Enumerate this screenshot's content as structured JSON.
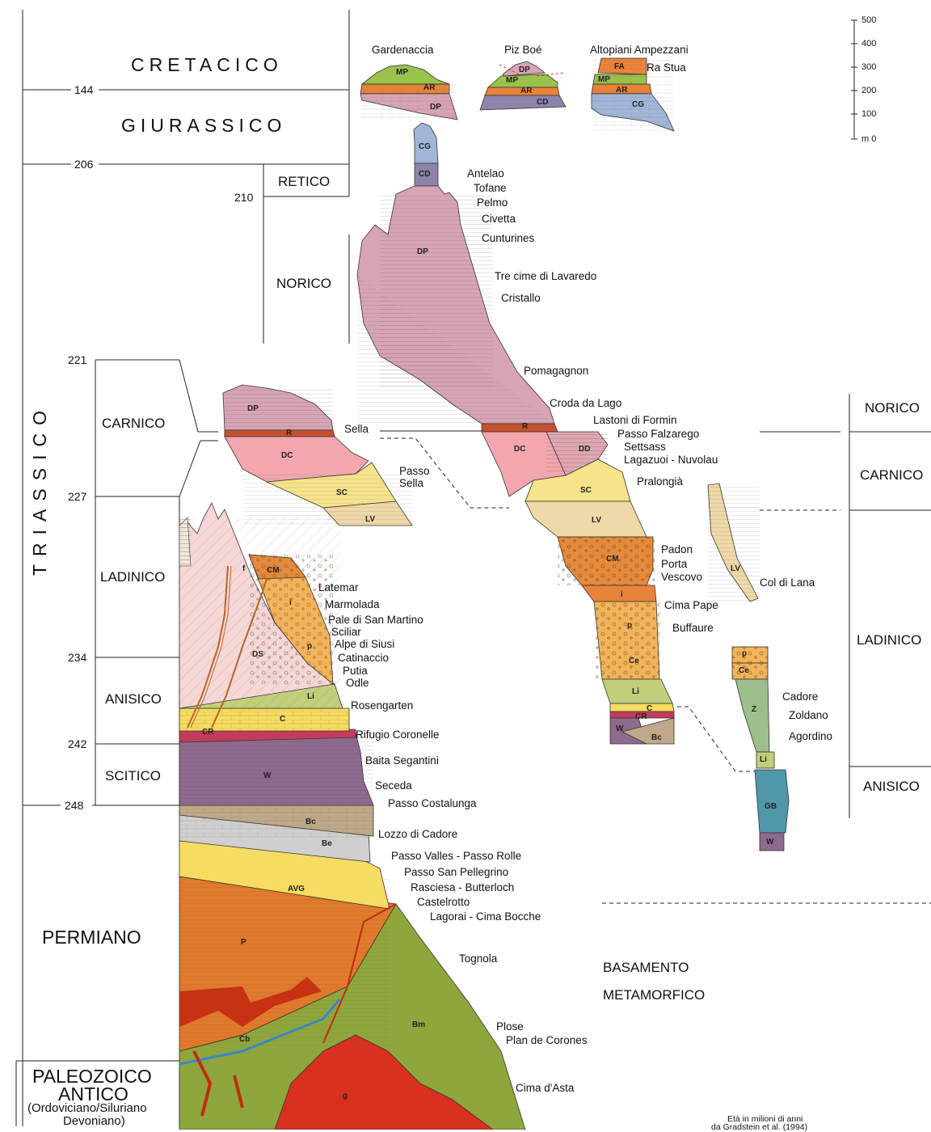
{
  "eras": {
    "cretacico": "CRETACICO",
    "giurassico": "GIURASSICO",
    "triassico": "TRIASSICO",
    "permiano": "PERMIANO",
    "paleozoico_1": "PALEOZOICO",
    "paleozoico_2": "ANTICO",
    "paleozoico_3": "(Ordoviciano/Siluriano",
    "paleozoico_4": "Devoniano)"
  },
  "stages_left": {
    "retico": "RETICO",
    "norico": "NORICO",
    "carnico": "CARNICO",
    "ladinico": "LADINICO",
    "anisico": "ANISICO",
    "scitico": "SCITICO"
  },
  "stages_right": {
    "norico": "NORICO",
    "carnico": "CARNICO",
    "ladinico": "LADINICO",
    "anisico": "ANISICO"
  },
  "ages": [
    "144",
    "206",
    "210",
    "221",
    "227",
    "234",
    "242",
    "248"
  ],
  "scale": {
    "ticks": [
      "500",
      "400",
      "300",
      "200",
      "100",
      "m 0"
    ]
  },
  "top_sections": {
    "gardenaccia": "Gardenaccia",
    "piz_boe": "Piz Boé",
    "altopiani": "Altopiani Ampezzani",
    "ra_stua": "Ra Stua"
  },
  "formations": {
    "MP": "MP",
    "AR": "AR",
    "DP": "DP",
    "CD": "CD",
    "CG": "CG",
    "FA": "FA",
    "R": "R",
    "DC": "DC",
    "DD": "DD",
    "SC": "SC",
    "LV": "LV",
    "CM": "CM",
    "i": "i",
    "p": "p",
    "Ce": "Ce",
    "Li": "Li",
    "C": "C",
    "CR": "CR",
    "W": "W",
    "Bc": "Bc",
    "Be": "Be",
    "AVG": "AVG",
    "P": "P",
    "Cb": "Cb",
    "Bm": "Bm",
    "g": "g",
    "f": "f",
    "DS": "DS",
    "Z": "Z",
    "GB": "GB"
  },
  "places": [
    "Antelao",
    "Tofane",
    "Pelmo",
    "Civetta",
    "Cunturines",
    "Tre cime di Lavaredo",
    "Cristallo",
    "Pomagagnon",
    "Croda da Lago",
    "Lastoni di Formin",
    "Passo Falzarego",
    "Settsass",
    "Lagazuoi - Nuvolau",
    "Pralongià",
    "Sella",
    "Passo",
    "Sella",
    "Padon",
    "Porta",
    "Vescovo",
    "Col di Lana",
    "Cima Pape",
    "Buffaure",
    "Cadore",
    "Zoldano",
    "Agordino",
    "Latemar",
    "Marmolada",
    "Pale di San Martino",
    "Sciliar",
    "Alpe di Siusi",
    "Catinaccio",
    "Putia",
    "Odle",
    "Rosengarten",
    "Rifugio Coronelle",
    "Baita Segantini",
    "Seceda",
    "Passo Costalunga",
    "Lozzo di Cadore",
    "Passo Valles - Passo Rolle",
    "Passo San Pellegrino",
    "Rasciesa - Butterloch",
    "Castelrotto",
    "Lagorai - Cima Bocche",
    "Tognola",
    "Plose",
    "Plan de Corones",
    "Cima d'Asta"
  ],
  "basamento": {
    "line1": "BASAMENTO",
    "line2": "METAMORFICO"
  },
  "note": {
    "line1": "Età in milioni di anni",
    "line2": "da Gradstein et al. (1994)"
  },
  "colors": {
    "DP": "#d7a4b4",
    "DC": "#f2a6ae",
    "R": "#c8502e",
    "SC": "#f6e38a",
    "LV": "#efd9a8",
    "CM": "#e58a3a",
    "P": "#e68a3a",
    "W": "#8e6a8e",
    "Bc": "#bfa98a",
    "Be": "#cfcfcf",
    "AVG": "#f6dc60",
    "Bm": "#8fa63c",
    "g": "#d8301e",
    "Li": "#c2cf7a",
    "GB": "#4f97a9",
    "CG": "#9fb6d6",
    "CD": "#8e84aa",
    "MP": "#9ac24c",
    "AR": "#e8833a"
  }
}
